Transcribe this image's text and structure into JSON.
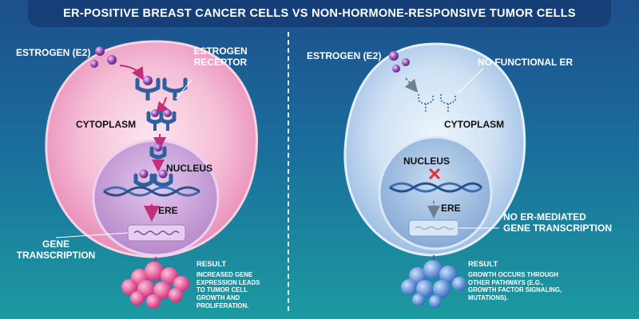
{
  "title": "ER-POSITIVE BREAST CANCER CELLS VS NON-HORMONE-RESPONSIVE TUMOR CELLS",
  "left": {
    "estrogen_label": "ESTROGEN (E2)",
    "receptor_label_line1": "ESTROGEN",
    "receptor_label_line2": "RECEPTOR",
    "cytoplasm_label": "CYTOPLASM",
    "nucleus_label": "NUCLEUS",
    "ere_label": "ERE",
    "gene_label_line1": "GENE",
    "gene_label_line2": "TRANSCRIPTION",
    "result_heading": "RESULT",
    "result_text": "INCREASED GENE EXPRESSION LEADS TO TUMOR CELL GROWTH AND PROLIFERATION.",
    "cell_color": "#f2b6d0",
    "nucleus_color": "#c89bd6",
    "arrow_color": "#c0307a"
  },
  "right": {
    "estrogen_label": "ESTROGEN (E2)",
    "no_er_label": "NO FUNCTIONAL ER",
    "cytoplasm_label": "CYTOPLASM",
    "nucleus_label": "NUCLEUS",
    "ere_label": "ERE",
    "no_er_gene_line1": "NO ER-MEDIATED",
    "no_er_gene_line2": "GENE TRANSCRIPTION",
    "result_heading": "RESULT",
    "result_text": "GROWTH OCCURS THROUGH OTHER PATHWAYS (E.G., GROWTH FACTOR SIGNALING, MUTATIONS).",
    "cell_color": "#c9ddf2",
    "nucleus_color": "#9fbfe0",
    "x_color": "#e0303a"
  }
}
